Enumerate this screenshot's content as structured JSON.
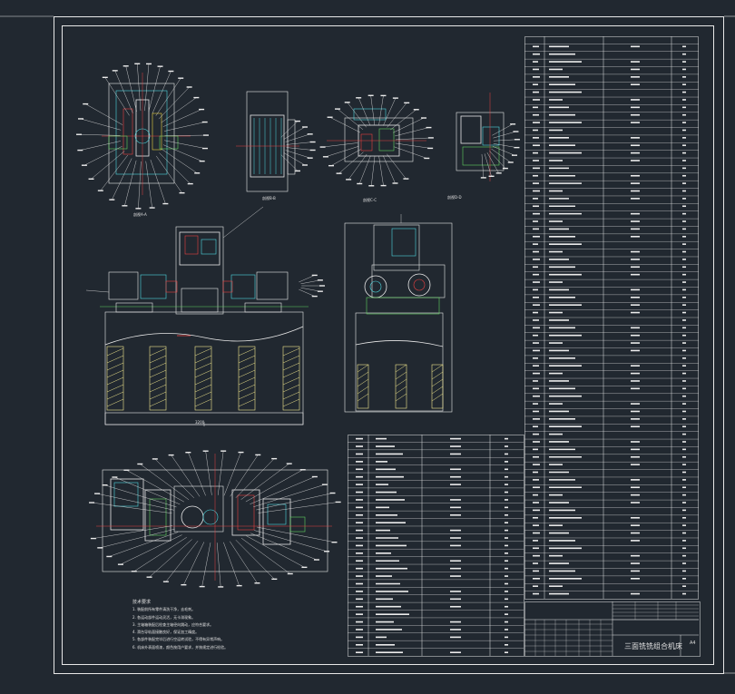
{
  "drawing": {
    "title": "三面铣铣组合机床",
    "scale_label": "A4",
    "colors": {
      "background": "#212830",
      "line": "#e8e8e8",
      "part": "#ececec",
      "hatch": "#f0e68c",
      "cyan": "#4fd8e0",
      "red": "#e84040",
      "green": "#5fd35f",
      "yellow": "#e8d040",
      "blue": "#3a6cf0"
    }
  },
  "views": {
    "section_a": "剖视A-A",
    "section_b": "剖视B-B",
    "section_c": "剖视C-C",
    "section_d": "剖视D-D",
    "front_dim": "3200"
  },
  "notes": {
    "title": "技术要求",
    "lines": [
      "1. 装配前所有零件清洗干净，去毛刺。",
      "2. 各运动部件运动灵活，无卡滞现象。",
      "3. 主轴箱装配后检查主轴径向跳动，应符合要求。",
      "4. 滑台导轨面接触良好，保证加工精度。",
      "5. 各部件装配完毕后进行空运转试验，不得有异常声响。",
      "6. 机床外表面喷漆，颜色按用户要求，并按规定进行检验。"
    ]
  }
}
